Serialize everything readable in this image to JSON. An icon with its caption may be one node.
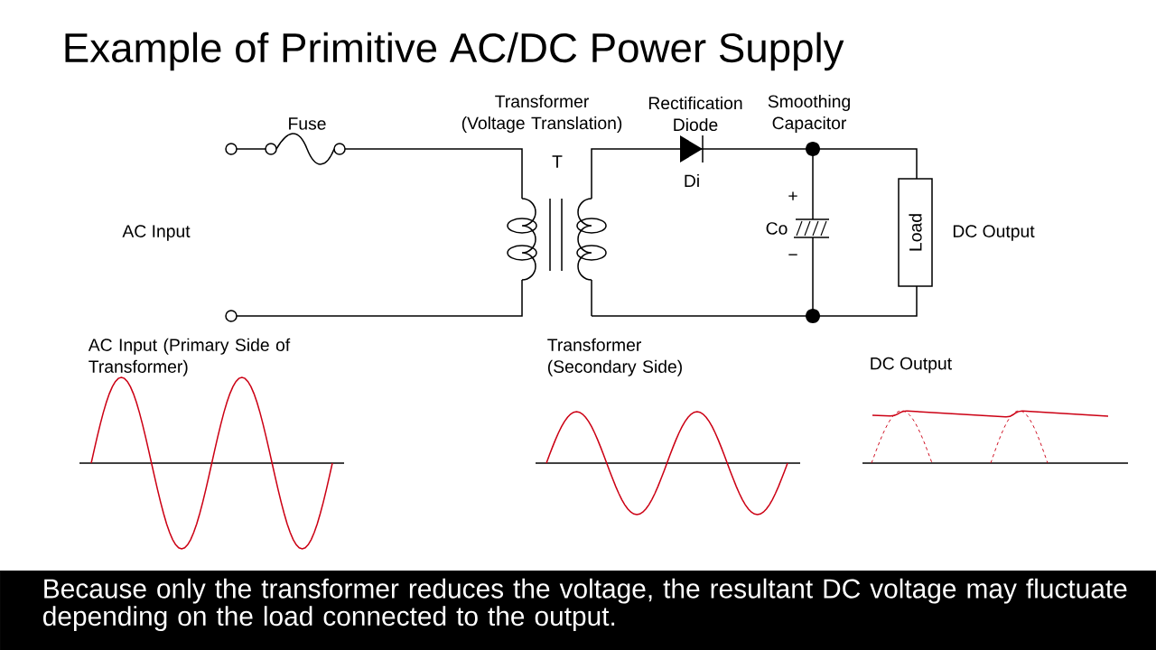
{
  "diagram": {
    "title": "Example of Primitive AC/DC Power Supply",
    "caption": "Because only the transformer reduces the voltage, the resultant DC voltage may fluctuate depending on the load connected to the output.",
    "nodes": [
      {
        "text": [
          "Load"
        ]
      }
    ],
    "labels": [
      "Fuse",
      "Transformer (Voltage Translation)",
      "T",
      "Rectification Diode",
      "Di",
      "Smoothing Capacitor",
      "+",
      "Co",
      "−",
      "AC Input",
      "DC Output",
      "AC Input (Primary Side of Transformer)",
      "Transformer (Secondary Side)",
      "DC Output"
    ]
  }
}
